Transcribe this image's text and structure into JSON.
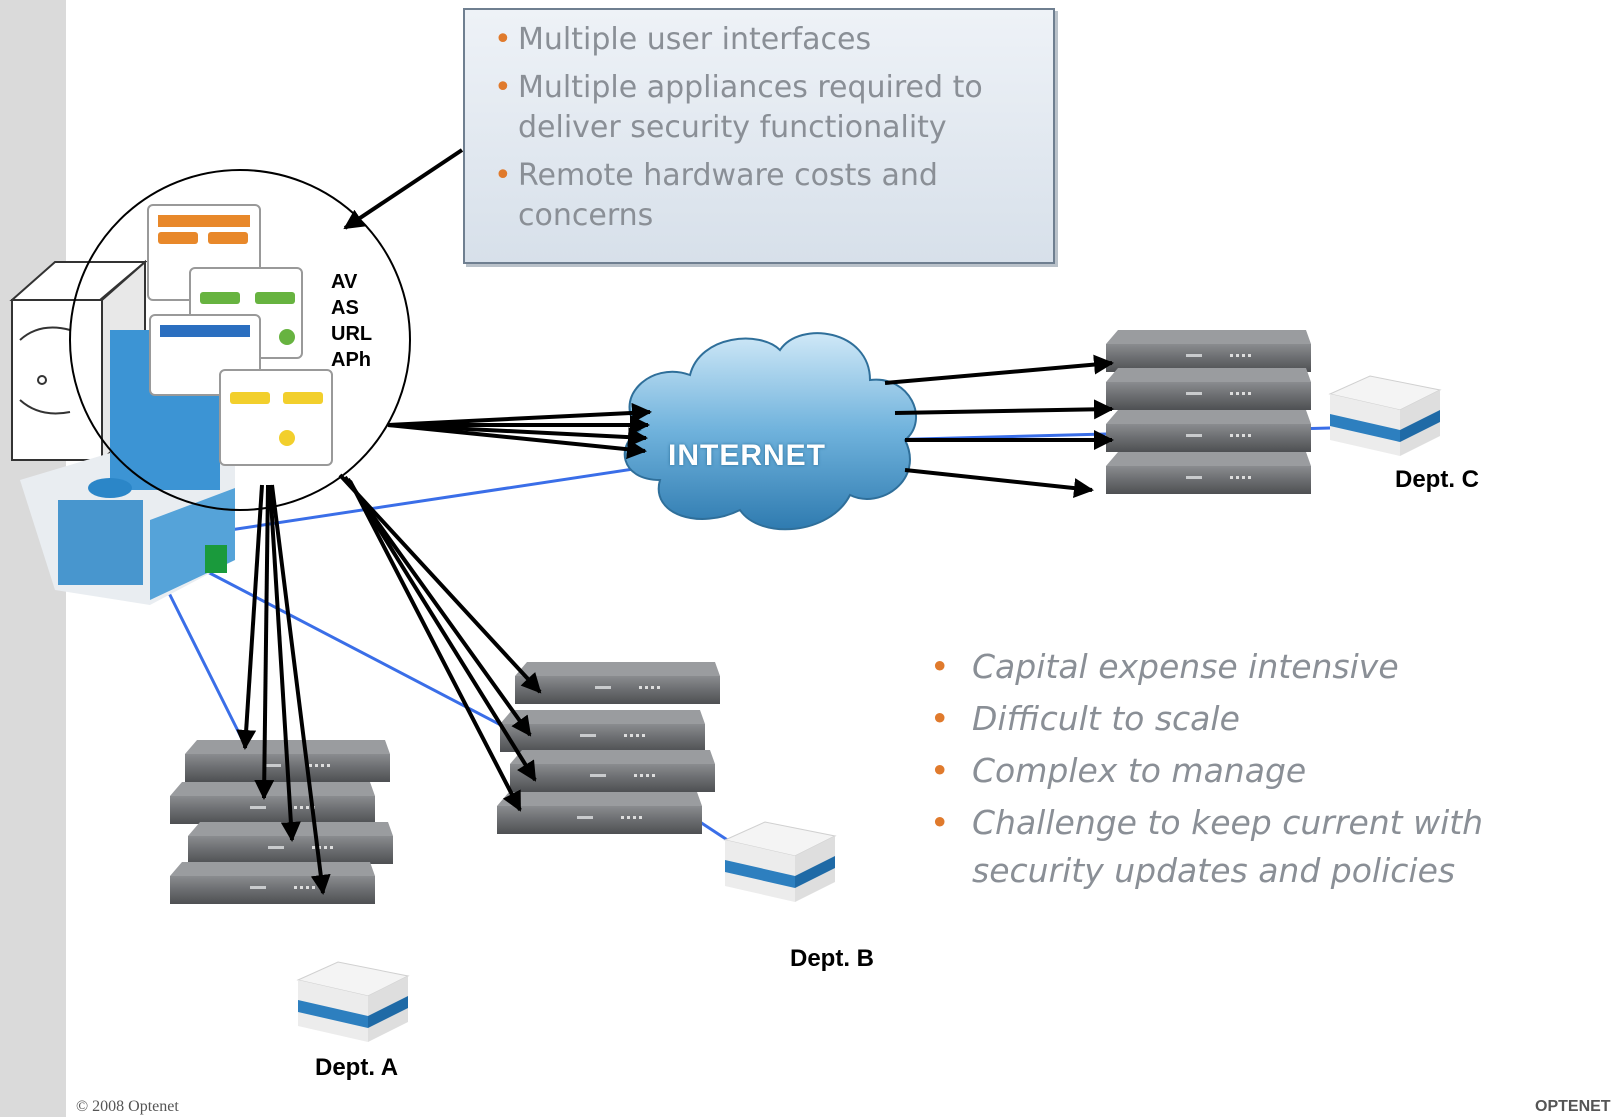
{
  "callout": {
    "items": [
      "Multiple user interfaces",
      "Multiple appliances required to deliver security functionality",
      "Remote hardware costs and concerns"
    ]
  },
  "services": [
    "AV",
    "AS",
    "URL",
    "APh"
  ],
  "cloud_label": "INTERNET",
  "departments": {
    "a": "Dept. A",
    "b": "Dept. B",
    "c": "Dept. C"
  },
  "features": [
    "Capital expense intensive",
    "Difficult to scale",
    "Complex to manage",
    "Challenge to keep current with security updates and policies"
  ],
  "footer": {
    "copyright": "© 2008 Optenet",
    "brand": "OPTENET"
  },
  "colors": {
    "accent_bullet": "#e07a2c",
    "link_line": "#3a6ee8",
    "arrow": "#000000",
    "cloud": "#5aa6d6"
  }
}
